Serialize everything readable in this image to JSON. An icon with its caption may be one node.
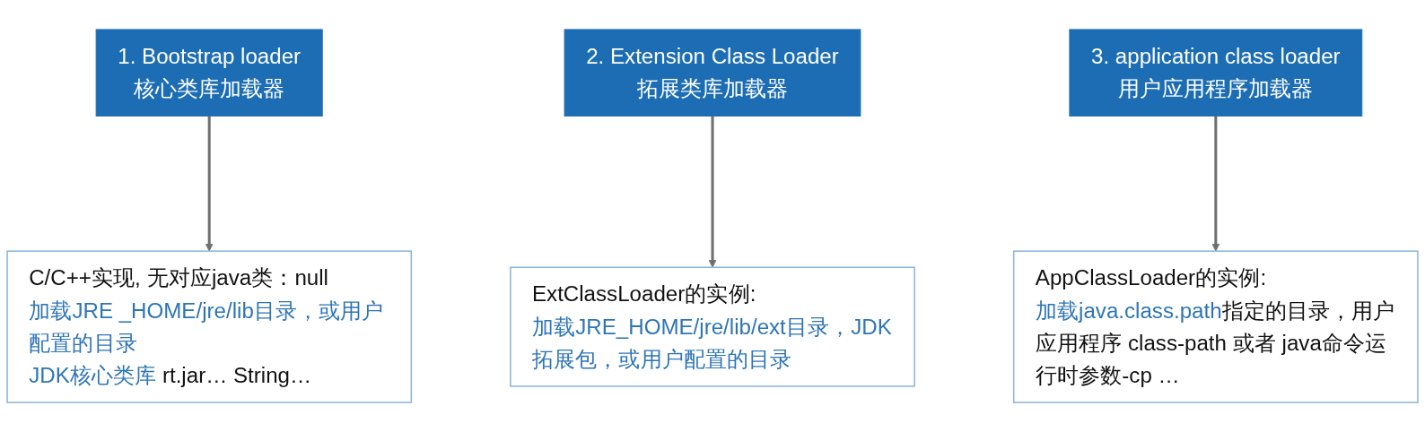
{
  "diagram": {
    "nodes": [
      {
        "text": [
          "1. Bootstrap loader",
          "核心类库加载器"
        ]
      },
      {
        "text": [
          "2. Extension Class Loader",
          "拓展类库加载器"
        ]
      },
      {
        "text": [
          "3. application class loader",
          "用户应用程序加载器"
        ]
      },
      {
        "text": [
          "C/C++实现, 无对应java类：null",
          "加载JRE _HOME/jre/lib目录，或用户配置的目录",
          "JDK核心类库",
          "rt.jar… String…"
        ]
      },
      {
        "text": [
          "ExtClassLoader的实例:",
          "加载JRE_HOME/jre/lib/ext目录，JDK拓展包，或用户配置的目录"
        ]
      },
      {
        "text": [
          "AppClassLoader的实例:",
          "加载java.class.path",
          "指定的目录，用户应用程序 class-path 或者 java命令运行时参数-cp …"
        ]
      }
    ],
    "edges": [
      {
        "from": 0,
        "to": 3,
        "arrow": "to"
      },
      {
        "from": 1,
        "to": 4,
        "arrow": "to"
      },
      {
        "from": 2,
        "to": 5,
        "arrow": "to"
      }
    ]
  }
}
